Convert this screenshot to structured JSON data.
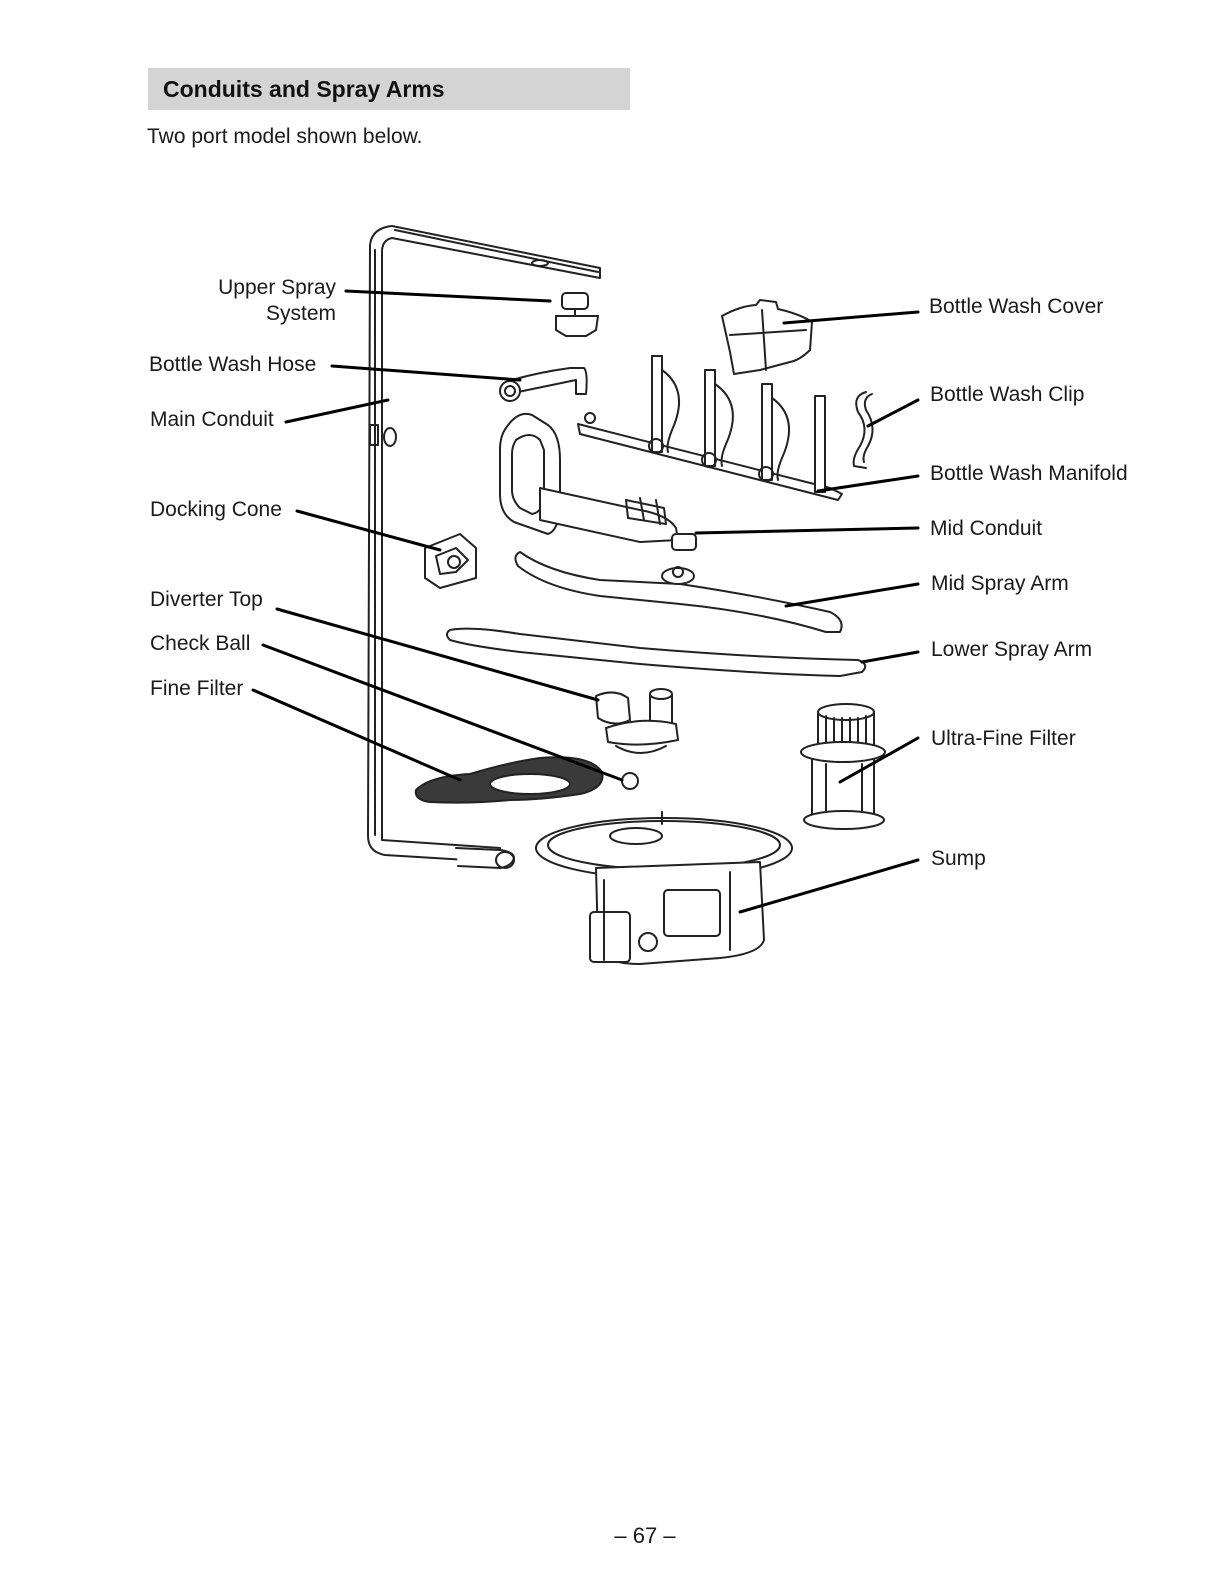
{
  "section": {
    "title": "Conduits and Spray Arms"
  },
  "intro": "Two port model shown below.",
  "callouts": {
    "upper_spray_line1": "Upper Spray",
    "upper_spray_line2": "System",
    "bottle_wash_hose": "Bottle Wash Hose",
    "main_conduit": "Main Conduit",
    "docking_cone": "Docking Cone",
    "diverter_top": "Diverter Top",
    "check_ball": "Check Ball",
    "fine_filter": "Fine Filter",
    "bottle_wash_cover": "Bottle Wash Cover",
    "bottle_wash_clip": "Bottle Wash Clip",
    "bottle_wash_manifold": "Bottle Wash Manifold",
    "mid_conduit": "Mid Conduit",
    "mid_spray_arm": "Mid Spray Arm",
    "lower_spray_arm": "Lower Spray Arm",
    "ultra_fine_filter": "Ultra-Fine Filter",
    "sump": "Sump"
  },
  "page_number": "– 67 –"
}
